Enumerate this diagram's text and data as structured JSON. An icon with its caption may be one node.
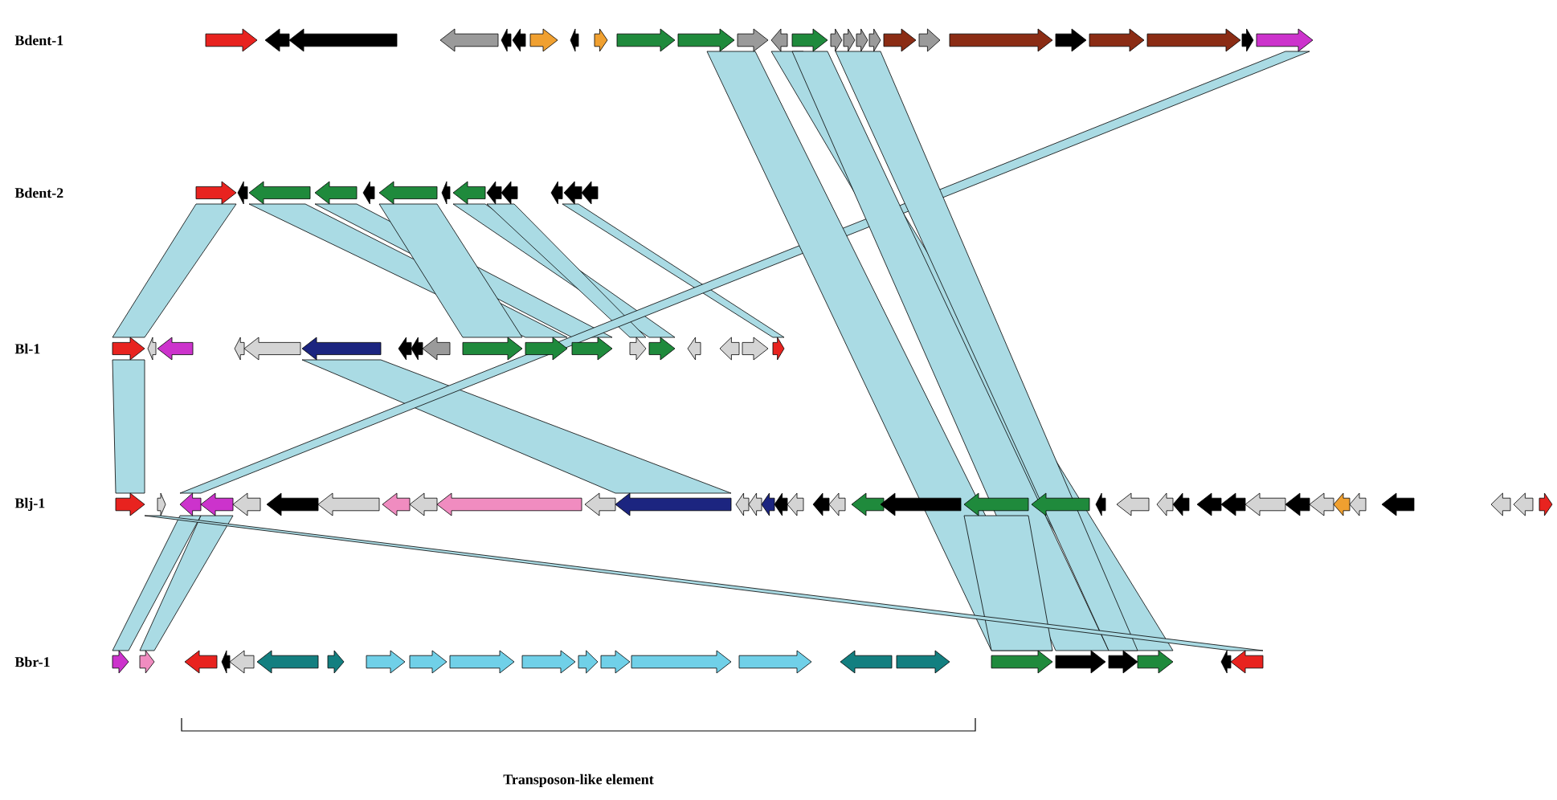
{
  "diagram": {
    "labels": [
      "Bdent-1",
      "Bdent-2",
      "Bl-1",
      "Blj-1",
      "Bbr-1",
      "Transposon-like element"
    ]
  }
}
